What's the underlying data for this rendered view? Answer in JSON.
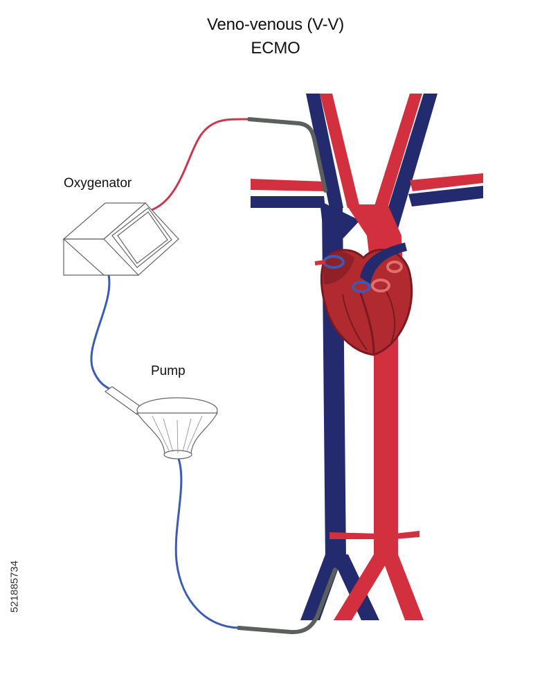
{
  "title": {
    "line1": "Veno-venous (V-V)",
    "line2": "ECMO"
  },
  "labels": {
    "oxygenator": "Oxygenator",
    "pump": "Pump"
  },
  "watermark_id": "521885734",
  "colors": {
    "arterial_red": "#d2303e",
    "venous_blue": "#232a6e",
    "tube_blue": "#3a5bb5",
    "tube_red": "#c8394f",
    "cannula_gray": "#5b605d",
    "heart_red": "#b02a2f",
    "heart_dark": "#7a1a20"
  }
}
